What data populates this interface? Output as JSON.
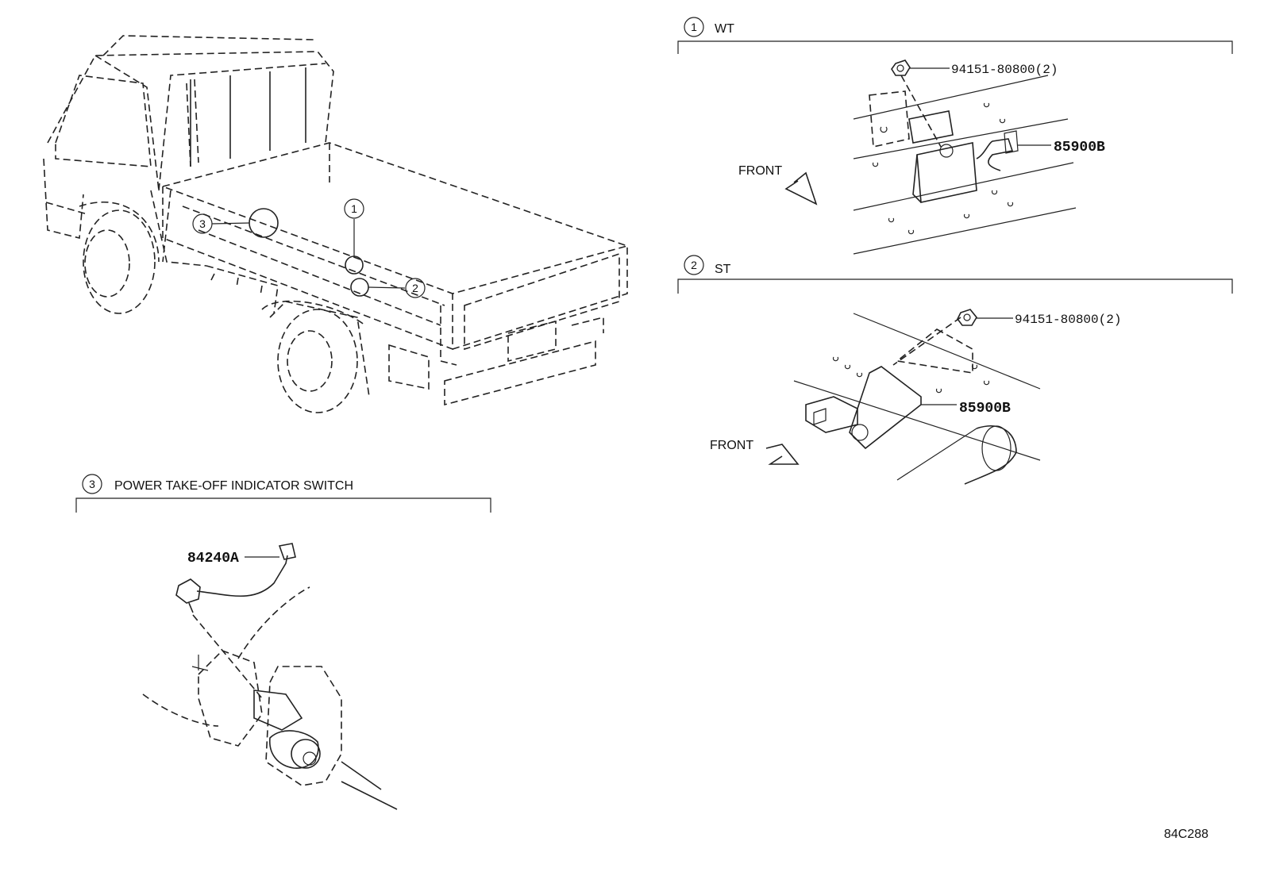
{
  "sections": {
    "wt": {
      "number": "1",
      "title": "WT"
    },
    "st": {
      "number": "2",
      "title": "ST"
    },
    "pto": {
      "number": "3",
      "title": "POWER TAKE-OFF INDICATOR SWITCH"
    }
  },
  "callouts": {
    "c1": "1",
    "c2": "2",
    "c3": "3"
  },
  "parts": {
    "wt_nut": "94151-80800(2)",
    "wt_unit": "85900B",
    "st_nut": "94151-80800(2)",
    "st_unit": "85900B",
    "pto_switch": "84240A"
  },
  "labels": {
    "front_wt": "FRONT",
    "front_st": "FRONT"
  },
  "diagram_code": "84C288"
}
